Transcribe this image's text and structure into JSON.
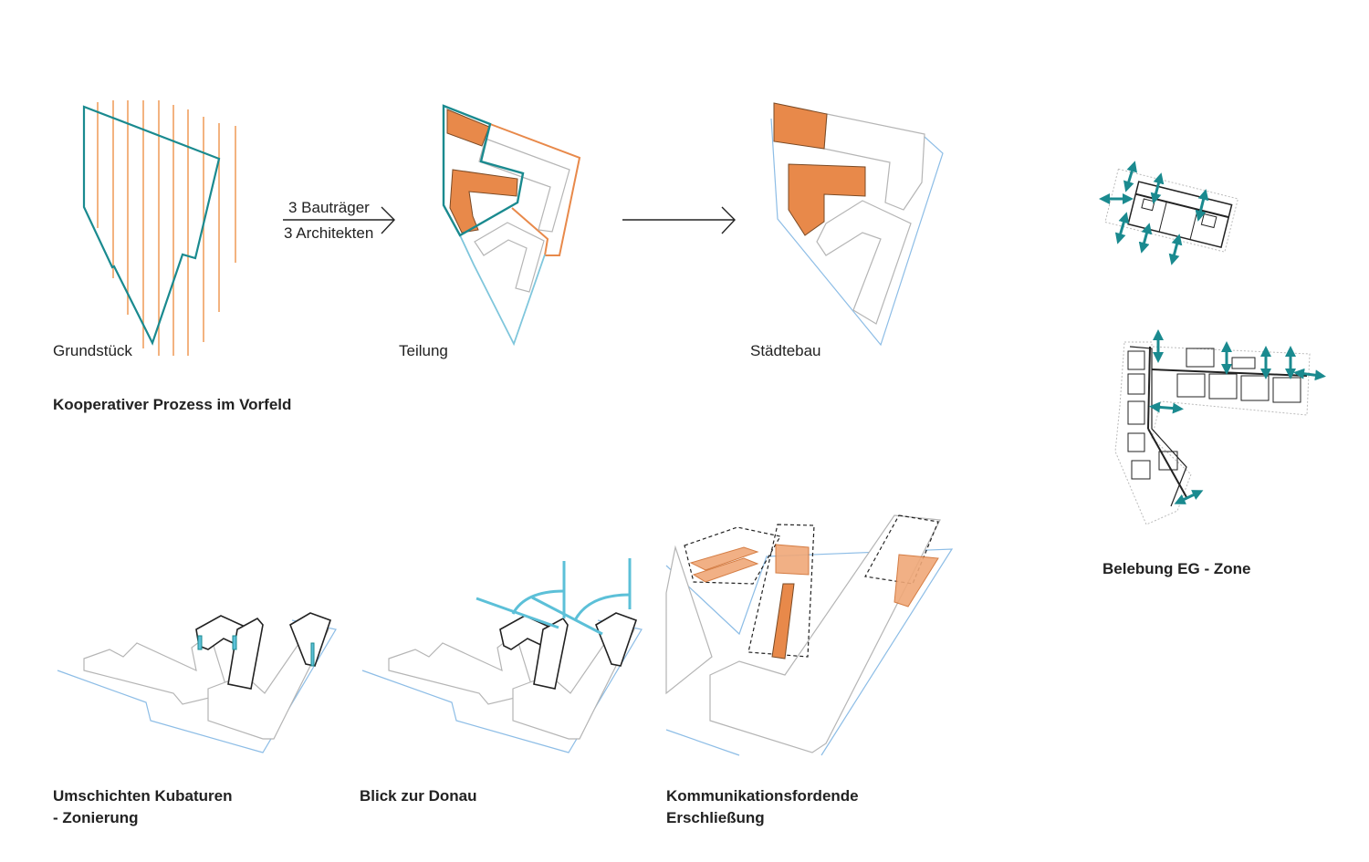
{
  "colors": {
    "teal": "#1a8a8f",
    "orange": "#e8894a",
    "light_blue": "#7fc6dc",
    "ground_blue": "#8dbde6"
  },
  "top_row": {
    "grundstueck_label": "Grundstück",
    "arrow_text_top": "3 Bauträger",
    "arrow_text_bottom": "3 Architekten",
    "teilung_label": "Teilung",
    "staedtebau_label": "Städtebau",
    "section_title": "Kooperativer Prozess im Vorfeld"
  },
  "right_column": {
    "title": "Belebung EG - Zone"
  },
  "bottom_row": {
    "kubaturen_line1": "Umschichten Kubaturen",
    "kubaturen_line2": "- Zonierung",
    "donau_title": "Blick zur Donau",
    "kommunikation_line1": "Kommunikationsfordende",
    "kommunikation_line2": "Erschließung"
  }
}
